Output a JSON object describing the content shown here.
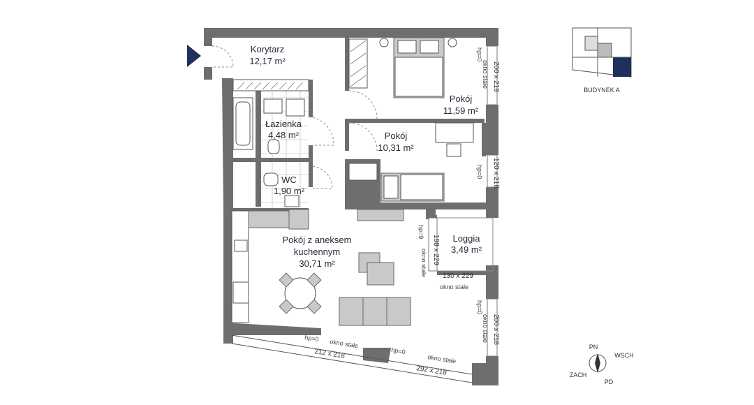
{
  "rooms": [
    {
      "id": "korytarz",
      "name": "Korytarz",
      "area": "12,17 m²"
    },
    {
      "id": "lazienka",
      "name": "Łazienka",
      "area": "4,48 m²"
    },
    {
      "id": "wc",
      "name": "WC",
      "area": "1,90 m²"
    },
    {
      "id": "pokoj1",
      "name": "Pokój",
      "area": "11,59 m²"
    },
    {
      "id": "pokoj2",
      "name": "Pokój",
      "area": "10,31 m²"
    },
    {
      "id": "salon_line1",
      "name": "Pokój z aneksem",
      "area": "30,71 m²"
    },
    {
      "id": "loggia",
      "name": "Loggia",
      "area": "3,49 m²"
    }
  ],
  "salon_line2": "kuchennym",
  "windows": {
    "w1_dim": "200 x 218",
    "w1_type": "okno stałe",
    "w1_hp": "hp=0",
    "w2_dim": "120 x 218",
    "w2_hp": "hp=0",
    "w3_dim": "198 x 229",
    "w3_type": "okno stałe",
    "w3_hp": "hp=9",
    "w4_dim": "130 x 229",
    "w4_type": "okno stałe",
    "w5_dim": "200 x 218",
    "w5_type": "okno stałe",
    "w5_hp": "hp=0",
    "w6_dim": "212 x 218",
    "w6_type": "okno stałe",
    "w6_hp": "hp=0",
    "w7_dim": "292 x 218",
    "w7_type": "okno stałe",
    "w7_hp": "hp=0"
  },
  "key_plan": {
    "label": "BUDYNEK A"
  },
  "compass": {
    "n": "PN",
    "s": "PD",
    "e": "WSCH",
    "w": "ZACH"
  },
  "colors": {
    "wall": "#6e6e70",
    "accent": "#1f2f5e",
    "text": "#2a2a3a"
  }
}
